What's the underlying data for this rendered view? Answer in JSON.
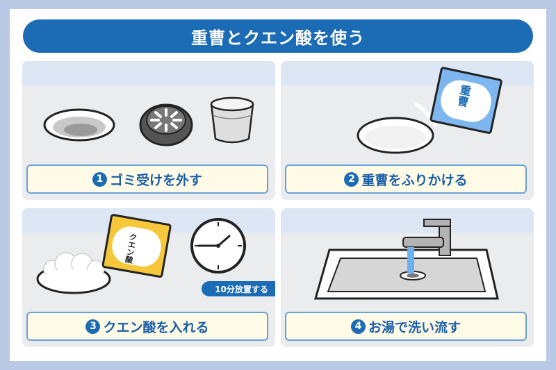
{
  "title": "重曹とクエン酸を使う",
  "steps": [
    {
      "number": "1",
      "label": "ゴミ受けを外す"
    },
    {
      "number": "2",
      "label": "重曹をふりかける"
    },
    {
      "number": "3",
      "label": "クエン酸を入れる"
    },
    {
      "number": "4",
      "label": "お湯で洗い流す"
    }
  ],
  "packages": {
    "baking_soda": "重曹",
    "citric_acid": "クエン酸"
  },
  "timer_badge": "10分放置する",
  "colors": {
    "accent": "#1b6cb4",
    "frame": "#b9c9e6",
    "panel": "#ebeced",
    "label_bg": "#fffbe6",
    "baking_soda_bag": "#7eb7f0",
    "citric_acid_bag": "#f6c73b",
    "water": "#6fb1ea"
  }
}
